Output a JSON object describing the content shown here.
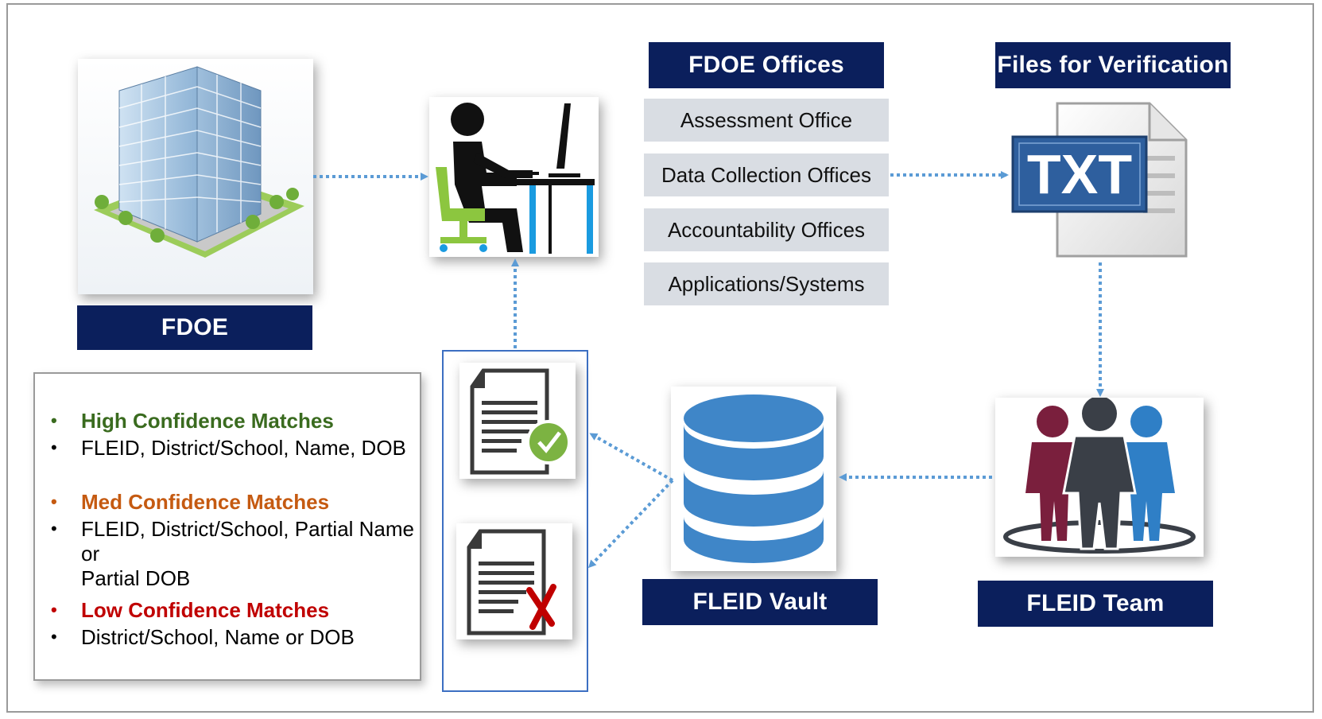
{
  "labels": {
    "fdoe": "FDOE",
    "fdoe_offices": "FDOE Offices",
    "files_for_verification": "Files for Verification",
    "fleid_vault": "FLEID Vault",
    "fleid_team": "FLEID Team",
    "txt_icon": "TXT"
  },
  "offices": [
    "Assessment Office",
    "Data Collection Offices",
    "Accountability Offices",
    "Applications/Systems"
  ],
  "legend": {
    "high_title": "High Confidence Matches",
    "high_detail": "FLEID, District/School, Name, DOB",
    "med_title": "Med Confidence Matches",
    "med_detail_line1": "FLEID, District/School, Partial Name or",
    "med_detail_line2": "Partial DOB",
    "low_title": "Low Confidence Matches",
    "low_detail": "District/School, Name or DOB",
    "bullet": "•"
  },
  "colors": {
    "navy": "#0b1f5c",
    "high": "#3a6b1f",
    "med": "#c55a11",
    "low": "#c00000",
    "arrow": "#5b9bd5"
  },
  "icons": [
    "office-building-icon",
    "person-at-desk-icon",
    "txt-file-icon",
    "database-icon",
    "team-icon",
    "document-check-icon",
    "document-x-icon"
  ]
}
